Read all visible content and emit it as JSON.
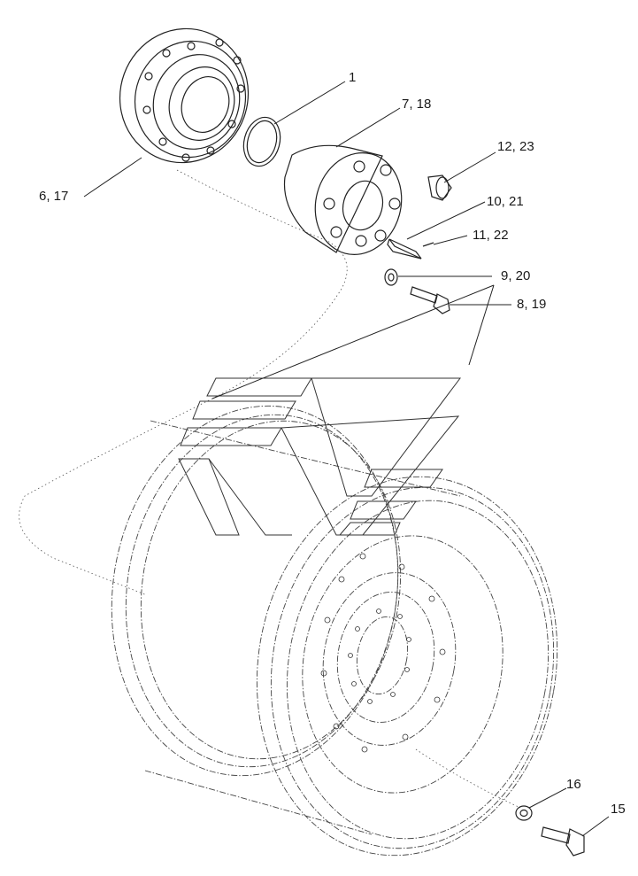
{
  "callouts": [
    {
      "id": "c1",
      "text": "1"
    },
    {
      "id": "c7",
      "text": "7, 18"
    },
    {
      "id": "c12",
      "text": "12, 23"
    },
    {
      "id": "c10",
      "text": "10, 21"
    },
    {
      "id": "c11",
      "text": "11, 22"
    },
    {
      "id": "c9",
      "text": "9, 20"
    },
    {
      "id": "c8",
      "text": "8, 19"
    },
    {
      "id": "c6",
      "text": "6, 17"
    },
    {
      "id": "c16",
      "text": "16"
    },
    {
      "id": "c15",
      "text": "15"
    }
  ]
}
